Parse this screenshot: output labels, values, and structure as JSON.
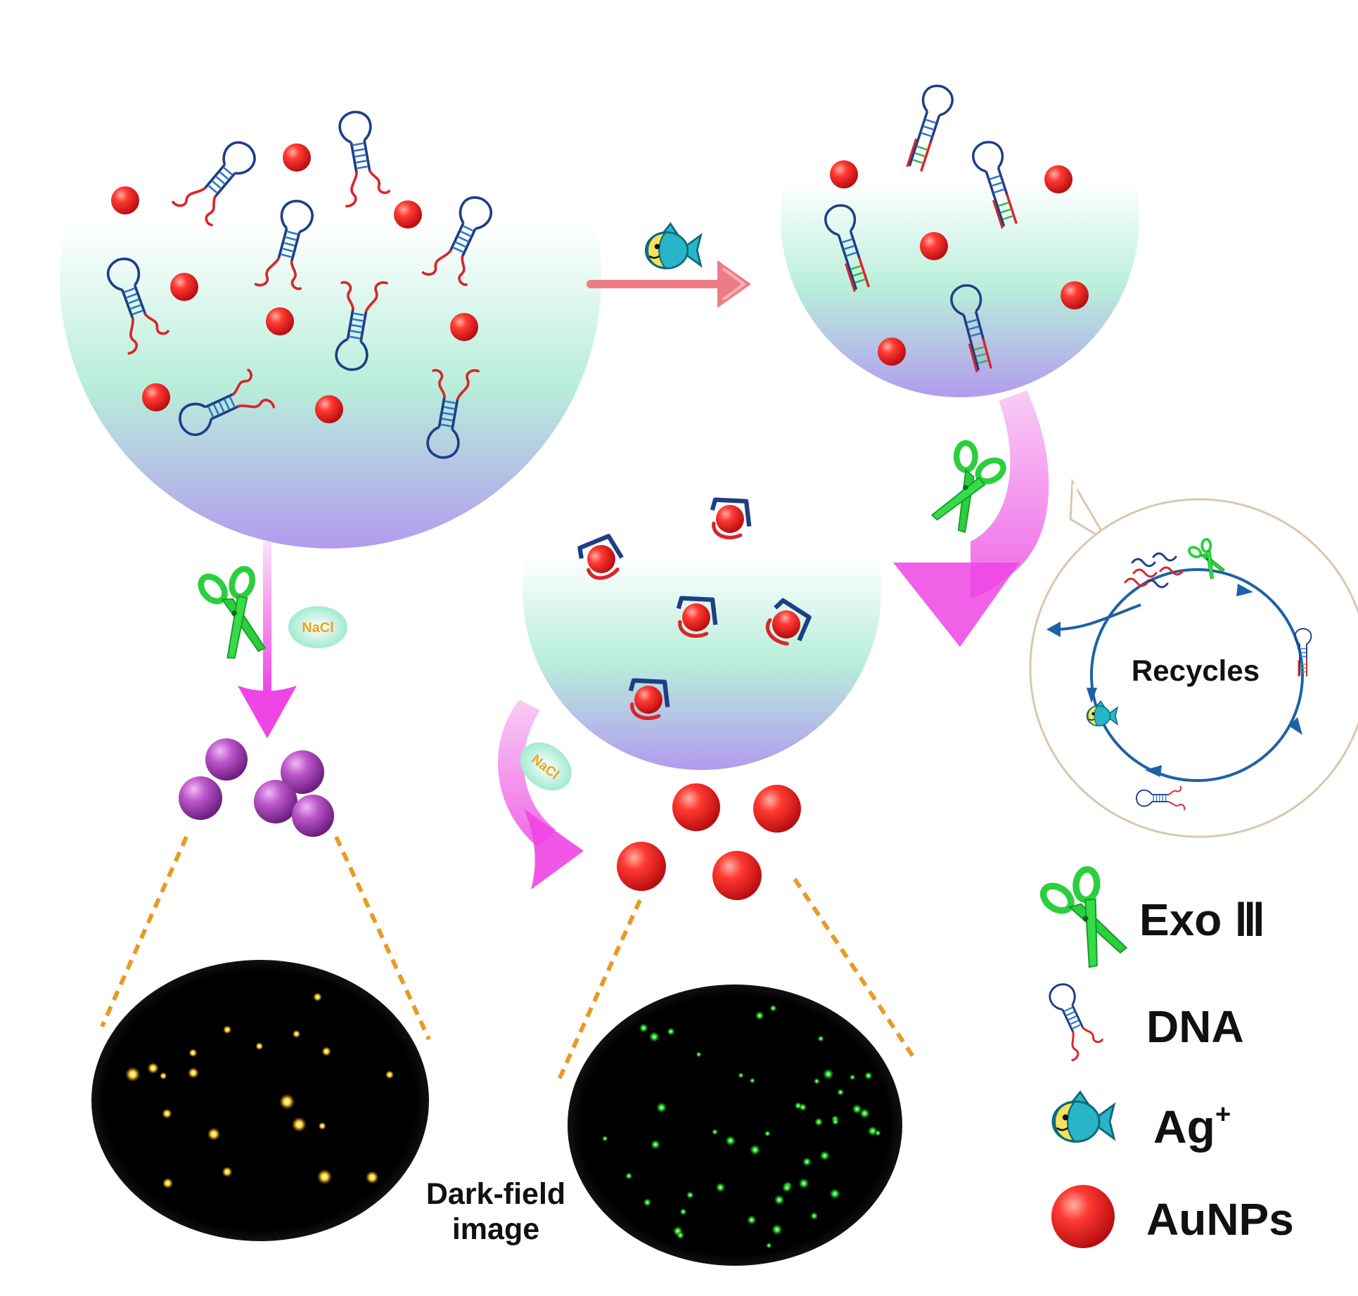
{
  "reagents": {
    "nacl_1": "NaCl",
    "nacl_2": "NaCl"
  },
  "cycle": {
    "label": "Recycles"
  },
  "dark_field": {
    "line1": "Dark-field",
    "line2": "image"
  },
  "legend": {
    "items": [
      {
        "icon": "scissors-icon",
        "label": "Exo Ⅲ"
      },
      {
        "icon": "hairpin-dna-icon",
        "label": "DNA"
      },
      {
        "icon": "fish-icon",
        "label": "Ag",
        "sup": "+"
      },
      {
        "icon": "red-sphere-icon",
        "label": "AuNPs"
      }
    ]
  },
  "colors": {
    "aunp": "#e8161b",
    "aggregate": "#b54fc4",
    "dna_loop": "#1e3f86",
    "dna_tail": "#d8262b",
    "arrow_pink": "#ee7c85",
    "flow_magenta": "#f04de6",
    "scissors": "#2bcf3e",
    "guide": "#e79a25",
    "cycle": "#1e62a6",
    "dot_yellow": "#ffe03a",
    "dot_green": "#27d82c"
  }
}
